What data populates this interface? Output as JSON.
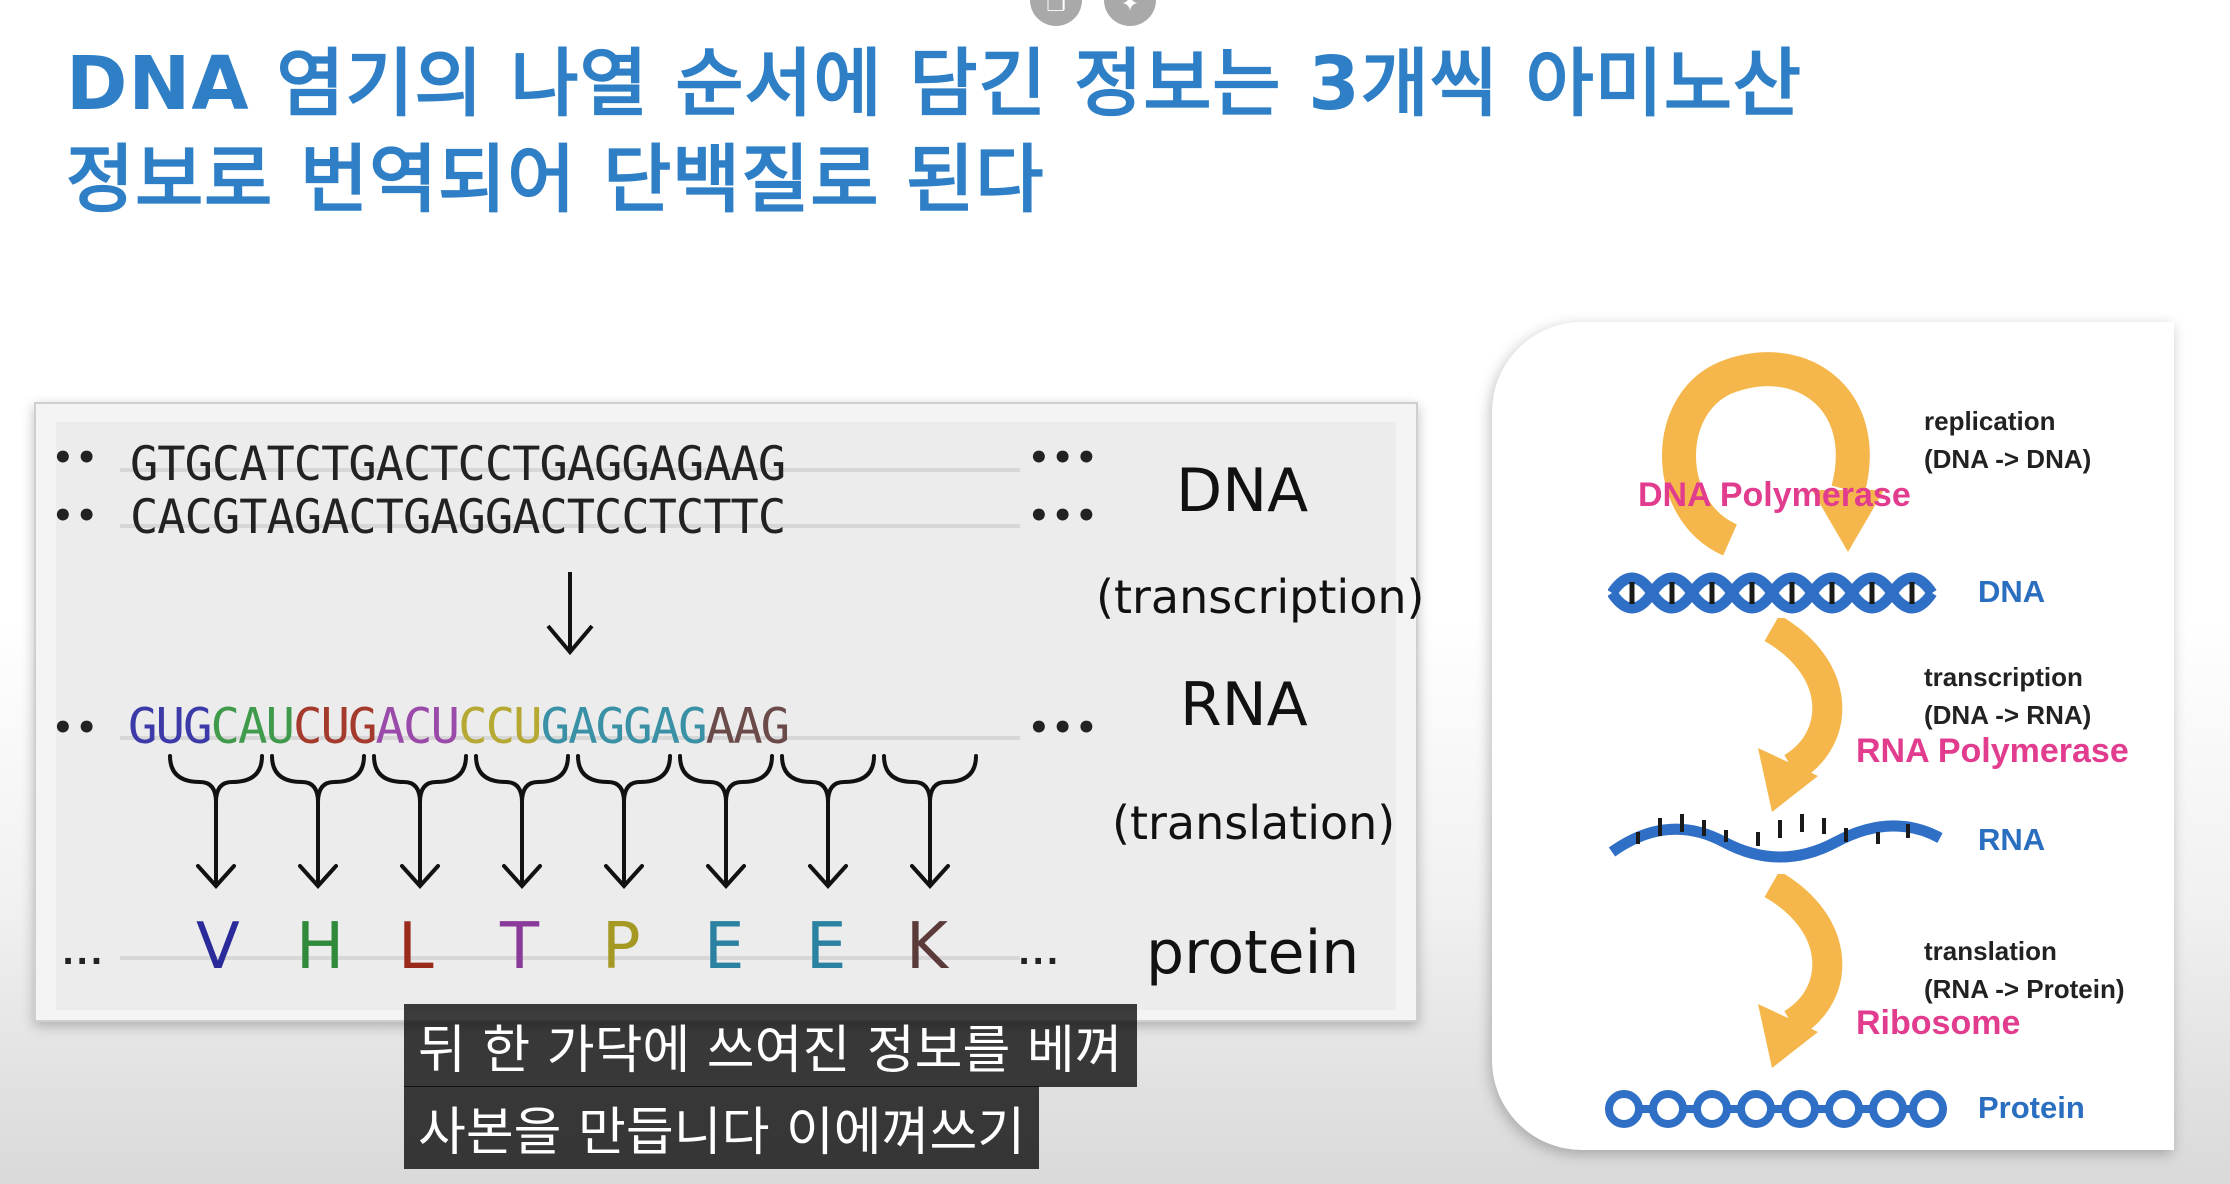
{
  "slide": {
    "title_line1": "DNA 염기의 나열 순서에 담긴 정보는 3개씩 아미노산",
    "title_line2": "정보로 번역되어 단백질로 된다",
    "title_color": "#2f7fc6"
  },
  "controls": {
    "button1_icon": "copy-icon",
    "button2_icon": "sparkle-icon"
  },
  "figure_left": {
    "dna_top": "GTGCATCTGACTCCTGAGGAGAAG",
    "dna_bottom": "CACGTAGACTGAGGACTCCTCTTC",
    "ellipsis_dots": "••",
    "ellipsis_dots_right": "•••",
    "ellipsis_text": "...",
    "codons": [
      {
        "text": "GUG",
        "color": "#3b3aa8"
      },
      {
        "text": "CAU",
        "color": "#3f9a4c"
      },
      {
        "text": "CUG",
        "color": "#a33a2c"
      },
      {
        "text": "ACU",
        "color": "#9a4aa8"
      },
      {
        "text": "CCU",
        "color": "#b5a933"
      },
      {
        "text": "GAG",
        "color": "#3a91a6"
      },
      {
        "text": "GAG",
        "color": "#3a91a6"
      },
      {
        "text": "AAG",
        "color": "#6b4a4a"
      }
    ],
    "amino_acids": [
      {
        "text": "V",
        "color": "#2a2a9a"
      },
      {
        "text": "H",
        "color": "#2f8a3c"
      },
      {
        "text": "L",
        "color": "#9a2a1c"
      },
      {
        "text": "T",
        "color": "#8a3a98"
      },
      {
        "text": "P",
        "color": "#a59923"
      },
      {
        "text": "E",
        "color": "#2a81a0"
      },
      {
        "text": "E",
        "color": "#2a81a0"
      },
      {
        "text": "K",
        "color": "#5b3a3a"
      }
    ],
    "labels": {
      "dna": "DNA",
      "transcription": "(transcription)",
      "rna": "RNA",
      "translation": "(translation)",
      "protein": "protein"
    }
  },
  "figure_right": {
    "replication_line1": "replication",
    "replication_line2": "(DNA -> DNA)",
    "dna_polymerase": "DNA Polymerase",
    "dna_label": "DNA",
    "transcription_line1": "transcription",
    "transcription_line2": "(DNA -> RNA)",
    "rna_polymerase": "RNA Polymerase",
    "rna_label": "RNA",
    "translation_line1": "translation",
    "translation_line2": "(RNA -> Protein)",
    "ribosome": "Ribosome",
    "protein_label": "Protein",
    "arrow_color": "#f5b74c",
    "strand_color": "#2f6fc6",
    "enzyme_color": "#e23c8f"
  },
  "subtitles": {
    "line1": "뒤 한 가닥에 쓰여진 정보를 베껴",
    "line2": "사본을 만듭니다 이에껴쓰기"
  }
}
